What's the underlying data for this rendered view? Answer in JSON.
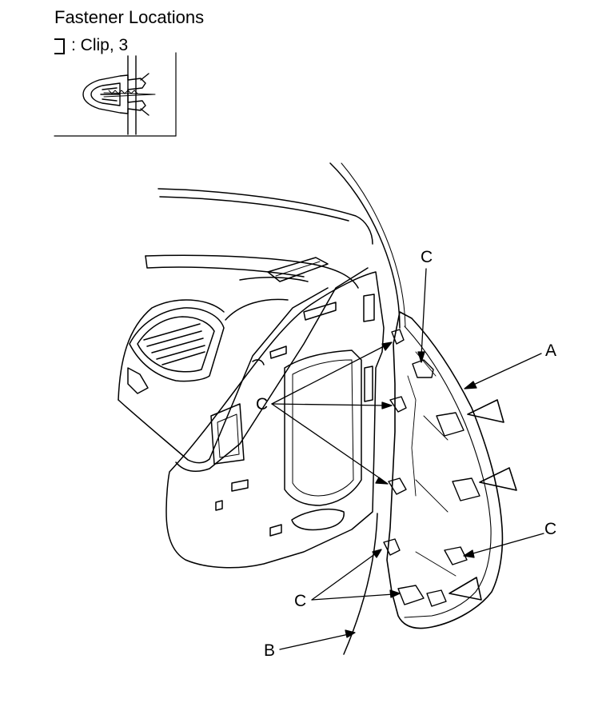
{
  "header": {
    "title": "Fastener Locations",
    "legend_text": ": Clip, 3"
  },
  "labels": {
    "a": "A",
    "b": "B",
    "c": "C"
  },
  "colors": {
    "line": "#000000",
    "background": "#ffffff"
  }
}
